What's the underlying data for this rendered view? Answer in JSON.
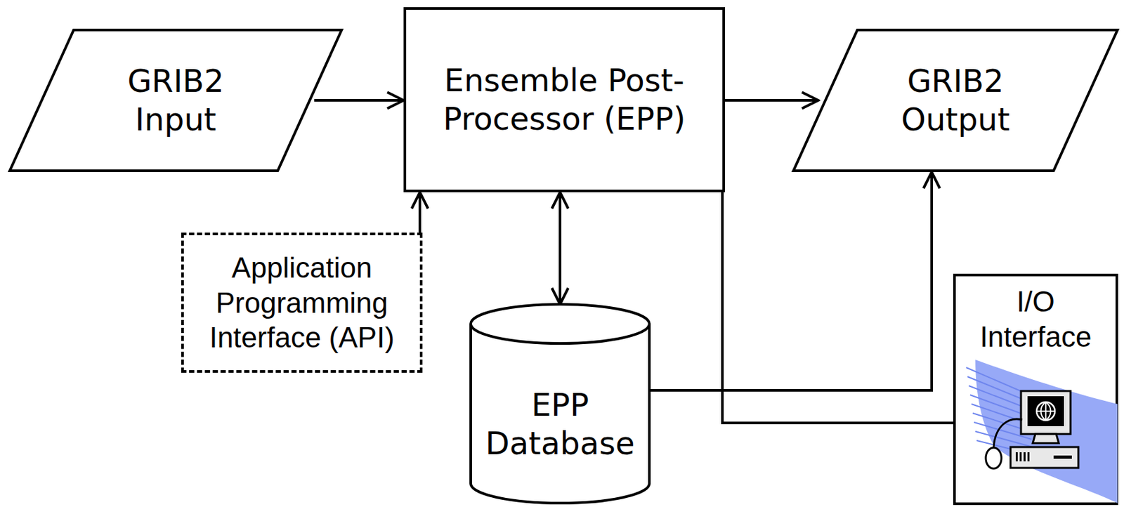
{
  "diagram": {
    "nodes": [
      {
        "text": [
          "GRIB2 Input"
        ]
      },
      {
        "text": [
          "Ensemble Post-Processor (EPP)"
        ]
      },
      {
        "text": [
          "GRIB2 Output"
        ]
      },
      {
        "text": [
          "Application Programming Interface (API)"
        ]
      },
      {
        "text": [
          "EPP Database"
        ]
      },
      {
        "text": [
          "I/O Interface"
        ]
      }
    ],
    "edges": [
      {
        "from": 0,
        "to": 1,
        "arrow": "to"
      },
      {
        "from": 1,
        "to": 2,
        "arrow": "to"
      },
      {
        "from": 3,
        "to": 1,
        "arrow": "to"
      },
      {
        "from": 1,
        "to": 4,
        "arrow": "both"
      },
      {
        "from": 4,
        "to": 2,
        "arrow": "to"
      },
      {
        "from": 1,
        "to": 5,
        "arrow": "none"
      }
    ]
  }
}
